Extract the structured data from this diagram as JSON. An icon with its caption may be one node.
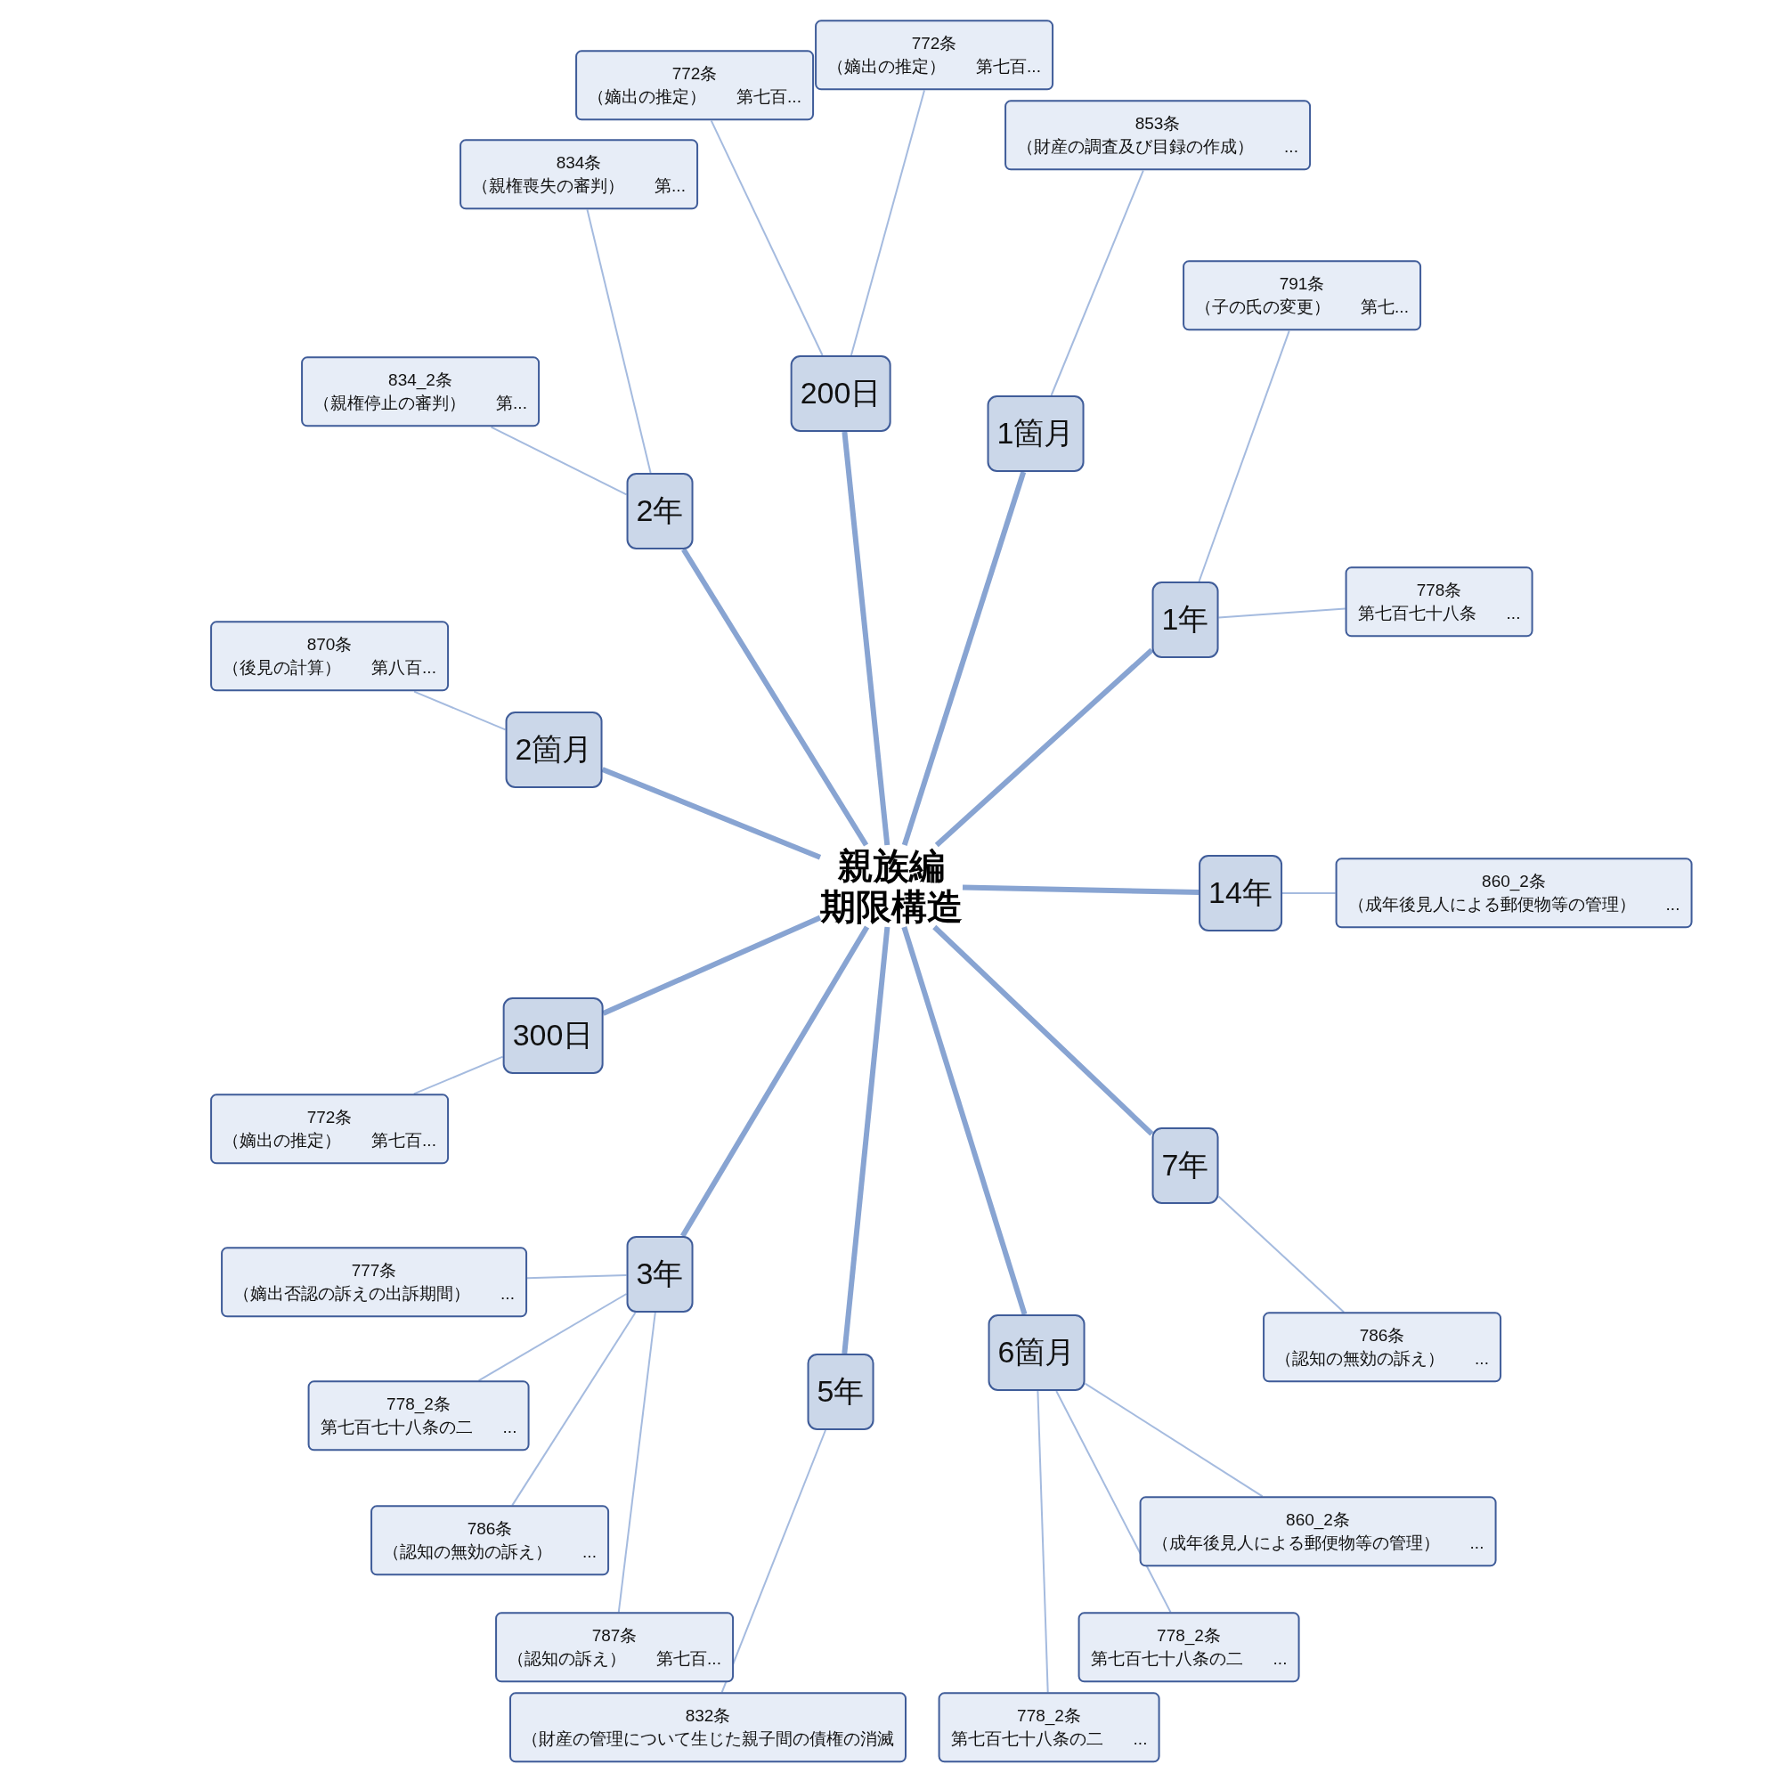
{
  "diagram": {
    "nodes": [
      {
        "text": [
          "親族編",
          "期限構造"
        ]
      },
      {
        "text": [
          "200日"
        ]
      },
      {
        "text": [
          "1箇月"
        ]
      },
      {
        "text": [
          "2年"
        ]
      },
      {
        "text": [
          "1年"
        ]
      },
      {
        "text": [
          "2箇月"
        ]
      },
      {
        "text": [
          "14年"
        ]
      },
      {
        "text": [
          "300日"
        ]
      },
      {
        "text": [
          "7年"
        ]
      },
      {
        "text": [
          "3年"
        ]
      },
      {
        "text": [
          "5年"
        ]
      },
      {
        "text": [
          "6箇月"
        ]
      },
      {
        "text": [
          "772条",
          "（嫡出の推定）",
          "第七百..."
        ]
      },
      {
        "text": [
          "772条",
          "（嫡出の推定）",
          "第七百..."
        ]
      },
      {
        "text": [
          "853条",
          "（財産の調査及び目録の作成）",
          "..."
        ]
      },
      {
        "text": [
          "834条",
          "（親権喪失の審判）",
          "第..."
        ]
      },
      {
        "text": [
          "791条",
          "（子の氏の変更）",
          "第七..."
        ]
      },
      {
        "text": [
          "834_2条",
          "（親権停止の審判）",
          "第..."
        ]
      },
      {
        "text": [
          "778条",
          "第七百七十八条",
          "..."
        ]
      },
      {
        "text": [
          "870条",
          "（後見の計算）",
          "第八百..."
        ]
      },
      {
        "text": [
          "860_2条",
          "（成年後見人による郵便物等の管理）",
          "..."
        ]
      },
      {
        "text": [
          "772条",
          "（嫡出の推定）",
          "第七百..."
        ]
      },
      {
        "text": [
          "786条",
          "（認知の無効の訴え）",
          "..."
        ]
      },
      {
        "text": [
          "777条",
          "（嫡出否認の訴えの出訴期間）",
          "..."
        ]
      },
      {
        "text": [
          "778_2条",
          "第七百七十八条の二",
          "..."
        ]
      },
      {
        "text": [
          "860_2条",
          "（成年後見人による郵便物等の管理）",
          "..."
        ]
      },
      {
        "text": [
          "786条",
          "（認知の無効の訴え）",
          "..."
        ]
      },
      {
        "text": [
          "787条",
          "（認知の訴え）",
          "第七百..."
        ]
      },
      {
        "text": [
          "778_2条",
          "第七百七十八条の二",
          "..."
        ]
      },
      {
        "text": [
          "778_2条",
          "第七百七十八条の二",
          "..."
        ]
      },
      {
        "text": [
          "832条",
          "（財産の管理について生じた親子間の債権の消滅"
        ]
      }
    ],
    "edges": [
      {
        "from": 0,
        "to": 1,
        "arrow": "none",
        "style": "thick"
      },
      {
        "from": 0,
        "to": 2,
        "arrow": "none",
        "style": "thick"
      },
      {
        "from": 0,
        "to": 3,
        "arrow": "none",
        "style": "thick"
      },
      {
        "from": 0,
        "to": 4,
        "arrow": "none",
        "style": "thick"
      },
      {
        "from": 0,
        "to": 5,
        "arrow": "none",
        "style": "thick"
      },
      {
        "from": 0,
        "to": 6,
        "arrow": "none",
        "style": "thick"
      },
      {
        "from": 0,
        "to": 7,
        "arrow": "none",
        "style": "thick"
      },
      {
        "from": 0,
        "to": 8,
        "arrow": "none",
        "style": "thick"
      },
      {
        "from": 0,
        "to": 9,
        "arrow": "none",
        "style": "thick"
      },
      {
        "from": 0,
        "to": 10,
        "arrow": "none",
        "style": "thick"
      },
      {
        "from": 0,
        "to": 11,
        "arrow": "none",
        "style": "thick"
      },
      {
        "from": 1,
        "to": 12,
        "arrow": "none"
      },
      {
        "from": 1,
        "to": 13,
        "arrow": "none"
      },
      {
        "from": 2,
        "to": 14,
        "arrow": "none"
      },
      {
        "from": 3,
        "to": 15,
        "arrow": "none"
      },
      {
        "from": 3,
        "to": 17,
        "arrow": "none"
      },
      {
        "from": 4,
        "to": 16,
        "arrow": "none"
      },
      {
        "from": 4,
        "to": 18,
        "arrow": "none"
      },
      {
        "from": 5,
        "to": 19,
        "arrow": "none"
      },
      {
        "from": 6,
        "to": 20,
        "arrow": "none"
      },
      {
        "from": 7,
        "to": 21,
        "arrow": "none"
      },
      {
        "from": 8,
        "to": 22,
        "arrow": "none"
      },
      {
        "from": 9,
        "to": 23,
        "arrow": "none"
      },
      {
        "from": 9,
        "to": 24,
        "arrow": "none"
      },
      {
        "from": 9,
        "to": 26,
        "arrow": "none"
      },
      {
        "from": 9,
        "to": 27,
        "arrow": "none"
      },
      {
        "from": 10,
        "to": 30,
        "arrow": "none"
      },
      {
        "from": 11,
        "to": 25,
        "arrow": "none"
      },
      {
        "from": 11,
        "to": 28,
        "arrow": "none"
      },
      {
        "from": 11,
        "to": 29,
        "arrow": "none"
      }
    ]
  }
}
